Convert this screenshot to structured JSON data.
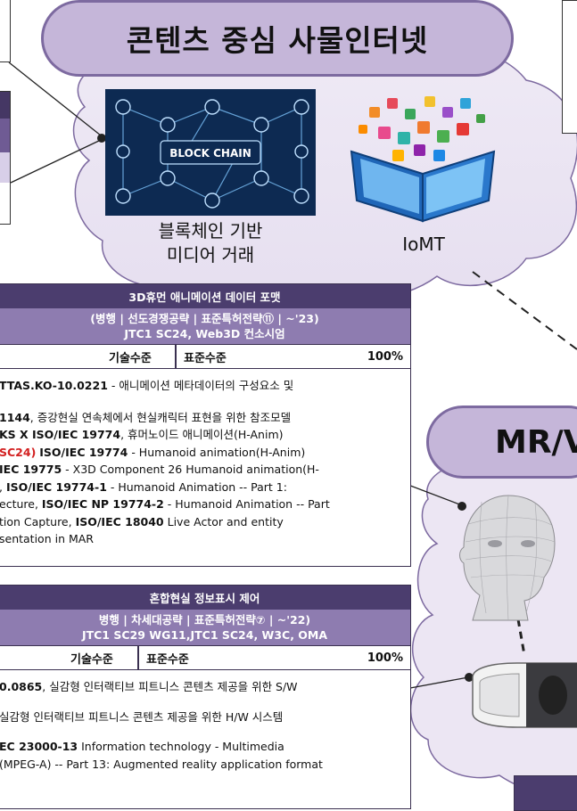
{
  "title": "콘텐츠 중심 사물인터넷",
  "right_section_title": "MR/V",
  "blockchain": {
    "image_text": "BLOCK CHAIN",
    "caption_line1": "블록체인 기반",
    "caption_line2": "미디어 거래"
  },
  "iomt": {
    "caption": "IoMT"
  },
  "box_3d": {
    "header": "3D휴먼 애니메이션 데이터 포맷",
    "subheader_line1": "(병행 | 선도경쟁공략 | 표준특허전략⑪ | ~'23)",
    "subheader_line2": "JTC1 SC24, Web3D 컨소시엄",
    "tech_label": "기술수준",
    "std_label": "표준수준",
    "percent": "100%",
    "items": [
      {
        "segments": [
          {
            "t": "TTAS.KO-10.0221",
            "b": true
          },
          {
            "t": " - 애니메이션 메타데이터의 구성요소 및"
          }
        ]
      },
      {
        "segments": [
          {
            "t": "1144",
            "b": true
          },
          {
            "t": ", 증강현실 연속체에서 현실캐릭터 표현을 위한 참조모델"
          }
        ]
      },
      {
        "segments": [
          {
            "t": "KS X ISO/IEC 19774",
            "b": true
          },
          {
            "t": ", 휴머노이드 애니메이션(H-Anim)"
          }
        ]
      },
      {
        "segments": [
          {
            "t": "SC24)",
            "b": true,
            "red": true
          },
          {
            "t": " "
          },
          {
            "t": "ISO/IEC 19774",
            "b": true
          },
          {
            "t": " - Humanoid animation(H-Anim)"
          }
        ]
      },
      {
        "segments": [
          {
            "t": "IEC 19775",
            "b": true
          },
          {
            "t": " - X3D Component 26 Humanoid animation(H-"
          }
        ]
      },
      {
        "segments": [
          {
            "t": ", "
          },
          {
            "t": "ISO/IEC 19774-1",
            "b": true
          },
          {
            "t": " -  Humanoid Animation -- Part 1:"
          }
        ]
      },
      {
        "segments": [
          {
            "t": "ecture, "
          },
          {
            "t": "ISO/IEC NP 19774-2",
            "b": true
          },
          {
            "t": " - Humanoid Animation -- Part"
          }
        ]
      },
      {
        "segments": [
          {
            "t": "tion Capture, "
          },
          {
            "t": "ISO/IEC 18040",
            "b": true
          },
          {
            "t": " Live Actor and entity"
          }
        ]
      },
      {
        "segments": [
          {
            "t": "sentation in MAR"
          }
        ]
      }
    ]
  },
  "box_mr": {
    "header": "혼합현실 정보표시 제어",
    "subheader_line1": "병행 | 차세대공략 | 표준특허전략⑦ | ~'22)",
    "subheader_line2": "JTC1 SC29 WG11,JTC1 SC24, W3C, OMA",
    "tech_label": "기술수준",
    "std_label": "표준수준",
    "percent": "100%",
    "items": [
      {
        "segments": [
          {
            "t": "0.0865",
            "b": true
          },
          {
            "t": ", 실감형 인터랙티브 피트니스 콘텐츠 제공을 위한 S/W"
          }
        ]
      },
      {
        "segments": [
          {
            "t": " 실감형 인터랙티브 피트니스 콘텐츠 제공을 위한 H/W 시스템"
          }
        ]
      },
      {
        "segments": [
          {
            "t": "EC 23000-13",
            "b": true
          },
          {
            "t": " Information technology - Multimedia"
          }
        ]
      },
      {
        "segments": [
          {
            "t": " (MPEG-A) -- Part 13: Augmented reality application format"
          }
        ]
      }
    ]
  }
}
